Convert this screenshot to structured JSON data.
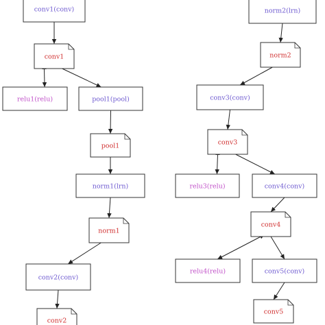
{
  "colors": {
    "layer_text": "#6e5ad0",
    "blob_text": "#d03030",
    "relu_text": "#c050c8",
    "line": "#222222",
    "box_border": "#333333"
  },
  "nodes": [
    {
      "id": "conv1_layer",
      "label": "conv1(conv)",
      "kind": "layer"
    },
    {
      "id": "conv1_blob",
      "label": "conv1",
      "kind": "blob"
    },
    {
      "id": "relu1_layer",
      "label": "relu1(relu)",
      "kind": "relu"
    },
    {
      "id": "pool1_layer",
      "label": "pool1(pool)",
      "kind": "layer"
    },
    {
      "id": "pool1_blob",
      "label": "pool1",
      "kind": "blob"
    },
    {
      "id": "norm1_layer",
      "label": "norm1(lrn)",
      "kind": "layer"
    },
    {
      "id": "norm1_blob",
      "label": "norm1",
      "kind": "blob"
    },
    {
      "id": "conv2_layer",
      "label": "conv2(conv)",
      "kind": "layer"
    },
    {
      "id": "conv2_blob",
      "label": "conv2",
      "kind": "blob"
    },
    {
      "id": "norm2_layer",
      "label": "norm2(lrn)",
      "kind": "layer"
    },
    {
      "id": "norm2_blob",
      "label": "norm2",
      "kind": "blob"
    },
    {
      "id": "conv3_layer",
      "label": "conv3(conv)",
      "kind": "layer"
    },
    {
      "id": "conv3_blob",
      "label": "conv3",
      "kind": "blob"
    },
    {
      "id": "relu3_layer",
      "label": "relu3(relu)",
      "kind": "relu"
    },
    {
      "id": "conv4_layer",
      "label": "conv4(conv)",
      "kind": "layer"
    },
    {
      "id": "conv4_blob",
      "label": "conv4",
      "kind": "blob"
    },
    {
      "id": "relu4_layer",
      "label": "relu4(relu)",
      "kind": "relu"
    },
    {
      "id": "conv5_layer",
      "label": "conv5(conv)",
      "kind": "layer"
    },
    {
      "id": "conv5_blob",
      "label": "conv5",
      "kind": "blob"
    }
  ],
  "edges": [
    {
      "from": "conv1_layer",
      "to": "conv1_blob",
      "type": "forward"
    },
    {
      "from": "conv1_blob",
      "to": "relu1_layer",
      "type": "inplace"
    },
    {
      "from": "conv1_blob",
      "to": "pool1_layer",
      "type": "forward"
    },
    {
      "from": "pool1_layer",
      "to": "pool1_blob",
      "type": "forward"
    },
    {
      "from": "pool1_blob",
      "to": "norm1_layer",
      "type": "forward"
    },
    {
      "from": "norm1_layer",
      "to": "norm1_blob",
      "type": "forward"
    },
    {
      "from": "norm1_blob",
      "to": "conv2_layer",
      "type": "forward"
    },
    {
      "from": "conv2_layer",
      "to": "conv2_blob",
      "type": "forward"
    },
    {
      "from": "norm2_layer",
      "to": "norm2_blob",
      "type": "forward"
    },
    {
      "from": "norm2_blob",
      "to": "conv3_layer",
      "type": "forward"
    },
    {
      "from": "conv3_layer",
      "to": "conv3_blob",
      "type": "forward"
    },
    {
      "from": "conv3_blob",
      "to": "relu3_layer",
      "type": "inplace"
    },
    {
      "from": "conv3_blob",
      "to": "conv4_layer",
      "type": "forward"
    },
    {
      "from": "conv4_layer",
      "to": "conv4_blob",
      "type": "forward"
    },
    {
      "from": "conv4_blob",
      "to": "relu4_layer",
      "type": "inplace"
    },
    {
      "from": "conv4_blob",
      "to": "conv5_layer",
      "type": "forward"
    },
    {
      "from": "conv5_layer",
      "to": "conv5_blob",
      "type": "forward"
    }
  ]
}
